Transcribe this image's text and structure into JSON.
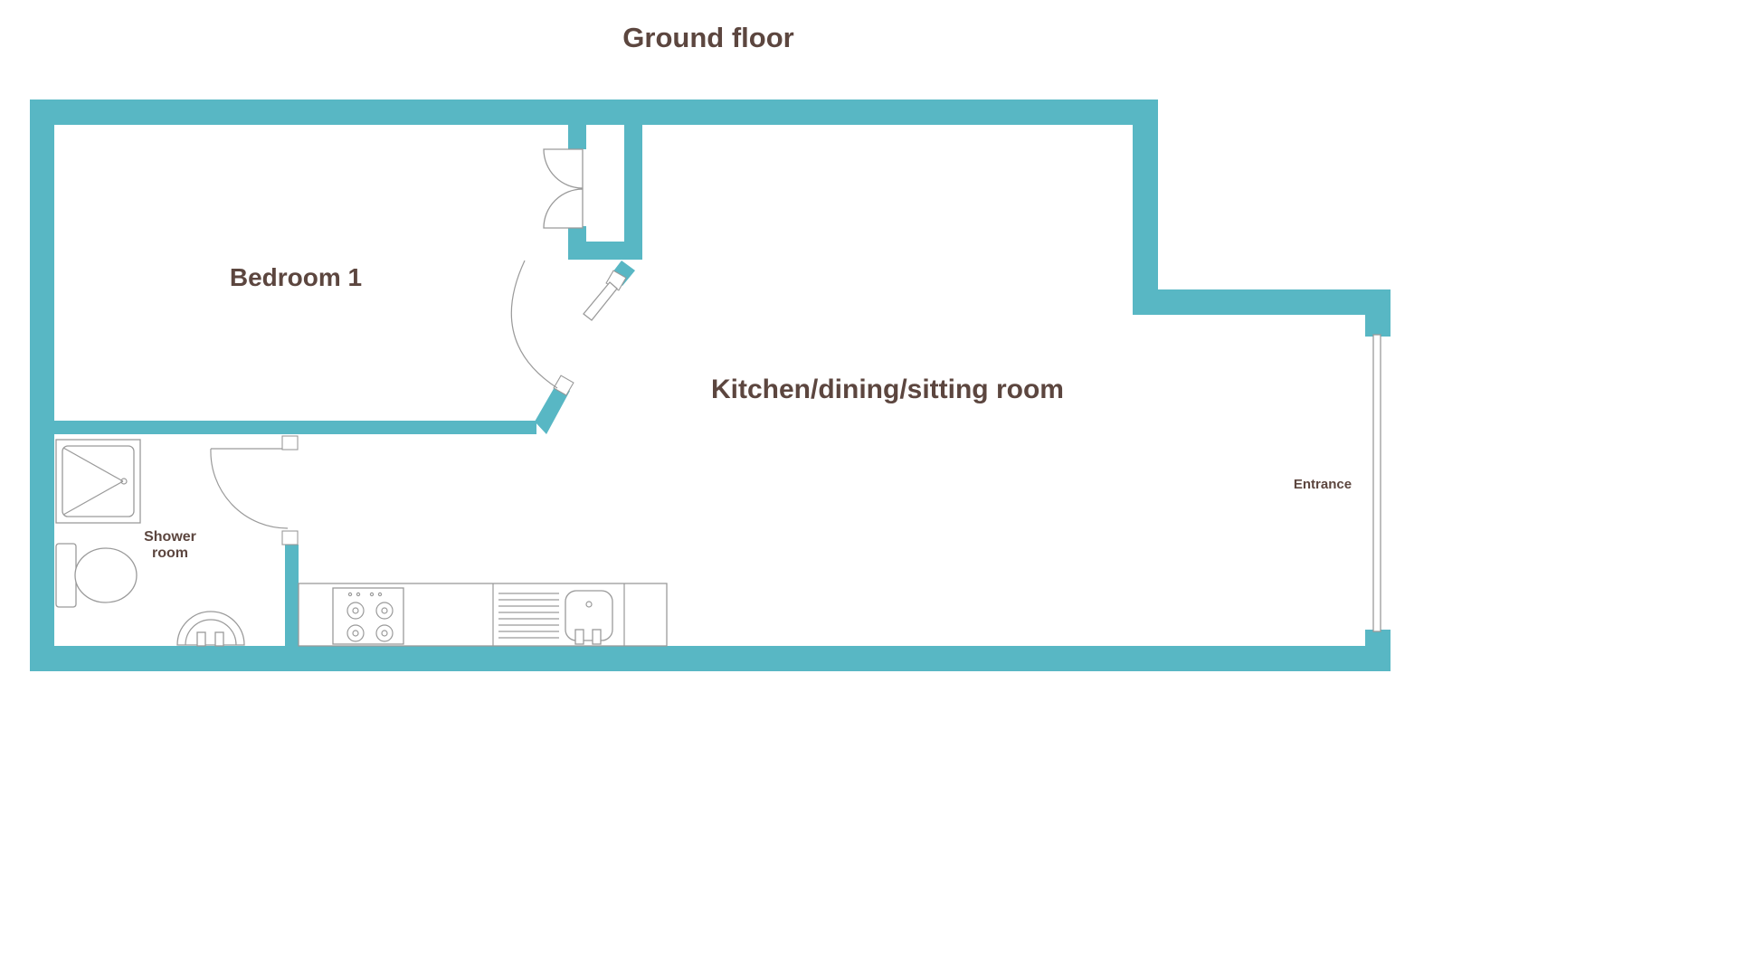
{
  "title": "Ground floor",
  "colors": {
    "wall": "#58b7c4",
    "outline": "#9a9a9a",
    "text": "#5c463f"
  },
  "rooms": {
    "bedroom": {
      "label": "Bedroom 1"
    },
    "kitchen": {
      "label": "Kitchen/dining/sitting room"
    },
    "shower": {
      "line1": "Shower",
      "line2": "room"
    },
    "entrance": {
      "label": "Entrance"
    }
  }
}
